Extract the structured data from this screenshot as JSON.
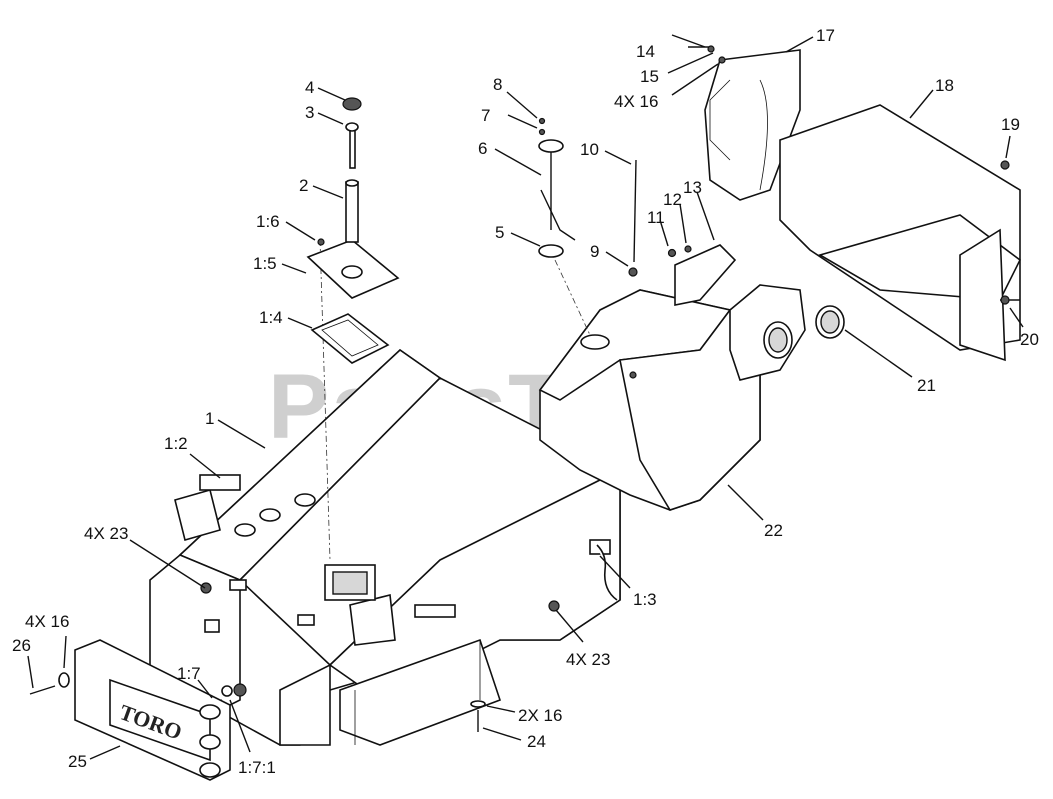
{
  "watermark": "PartsTree",
  "brand_plate_text": "TORO",
  "callouts": {
    "c1": "1",
    "c1_2": "1:2",
    "c1_3": "1:3",
    "c1_4": "1:4",
    "c1_5": "1:5",
    "c1_6": "1:6",
    "c1_7": "1:7",
    "c1_7_1": "1:7:1",
    "c2": "2",
    "c3": "3",
    "c4": "4",
    "c5": "5",
    "c6": "6",
    "c7": "7",
    "c8": "8",
    "c9": "9",
    "c10": "10",
    "c11": "11",
    "c12": "12",
    "c13": "13",
    "c14": "14",
    "c15": "15",
    "c4x16_top": "4X 16",
    "c17": "17",
    "c18": "18",
    "c19": "19",
    "c20": "20",
    "c21": "21",
    "c22": "22",
    "c4x23_left": "4X 23",
    "c4x23_right": "4X 23",
    "c4x16_left": "4X 16",
    "c26": "26",
    "c25": "25",
    "c2x16": "2X 16",
    "c24": "24"
  }
}
